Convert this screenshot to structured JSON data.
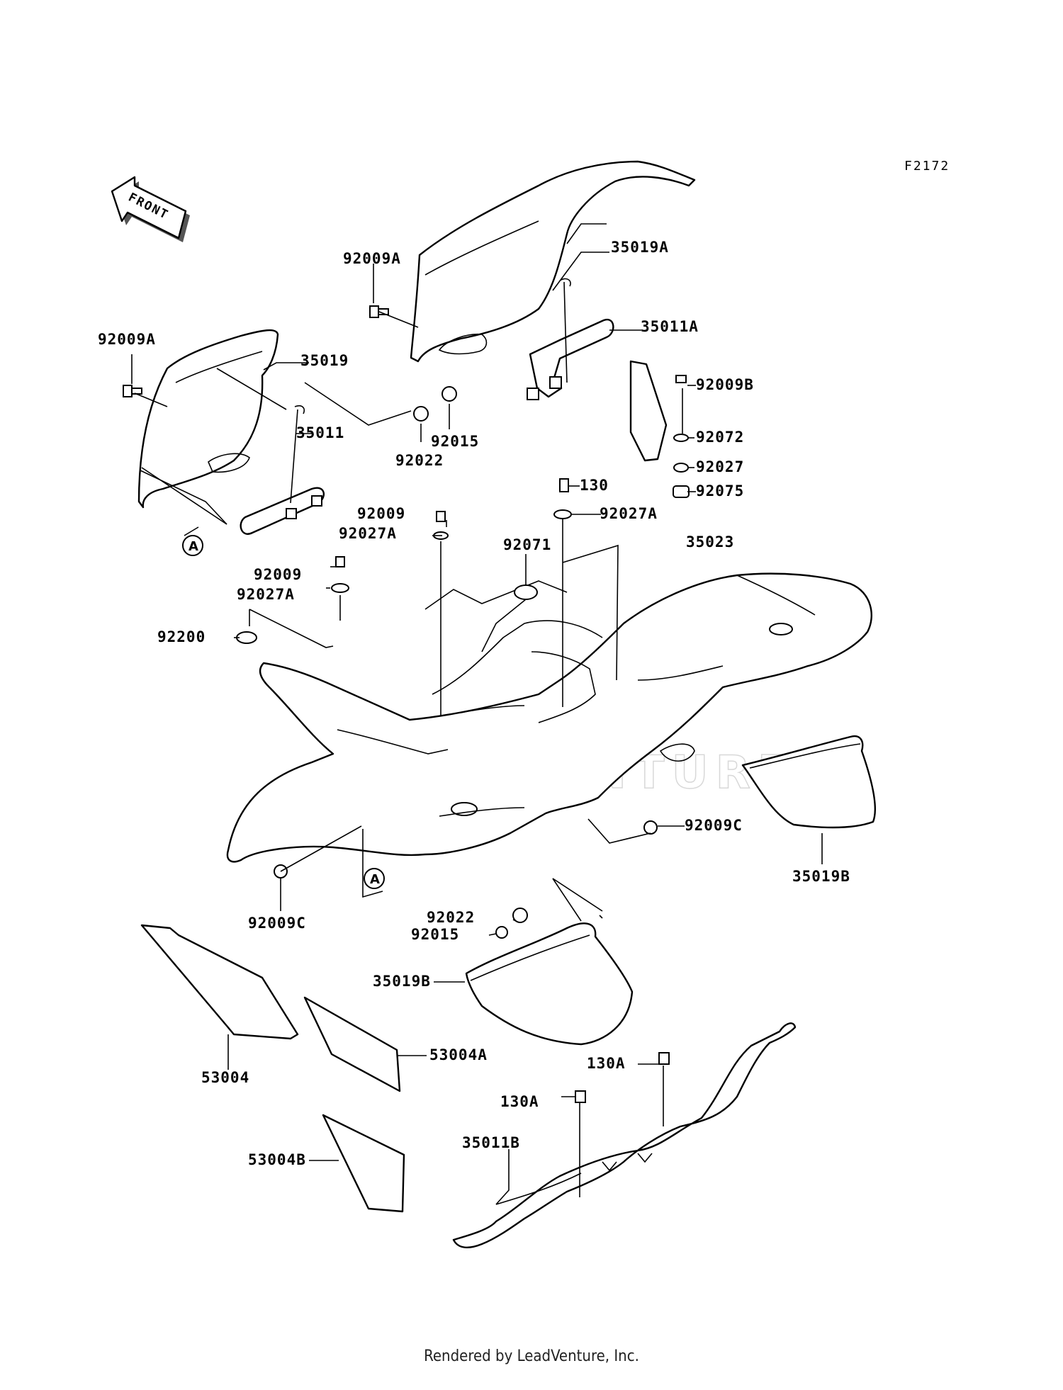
{
  "figure_id": "F2172",
  "front_marker": "FRONT",
  "reference_letter": "A",
  "footer": "Rendered by LeadVenture, Inc.",
  "watermark": "LEADVENTURE",
  "labels": {
    "p35019A": "35019A",
    "p92009A_top": "92009A",
    "p35011A": "35011A",
    "p92009A_left": "92009A",
    "p35019": "35019",
    "p35011": "35011",
    "p92022_top": "92022",
    "p92015_top": "92015",
    "p92009B": "92009B",
    "p92072": "92072",
    "p92027": "92027",
    "p92075": "92075",
    "p130": "130",
    "p92027A_right": "92027A",
    "p92009_a": "92009",
    "p92027A_a": "92027A",
    "p92071": "92071",
    "p35023": "35023",
    "p92009_b": "92009",
    "p92027A_b": "92027A",
    "p92200": "92200",
    "p92009C_right": "92009C",
    "p35019B_right": "35019B",
    "p92009C_left": "92009C",
    "p92022_bottom": "92022",
    "p92015_bottom": "92015",
    "p35019B_bottom": "35019B",
    "p53004": "53004",
    "p53004A": "53004A",
    "p130A_right": "130A",
    "p130A_left": "130A",
    "p35011B": "35011B",
    "p53004B": "53004B"
  }
}
